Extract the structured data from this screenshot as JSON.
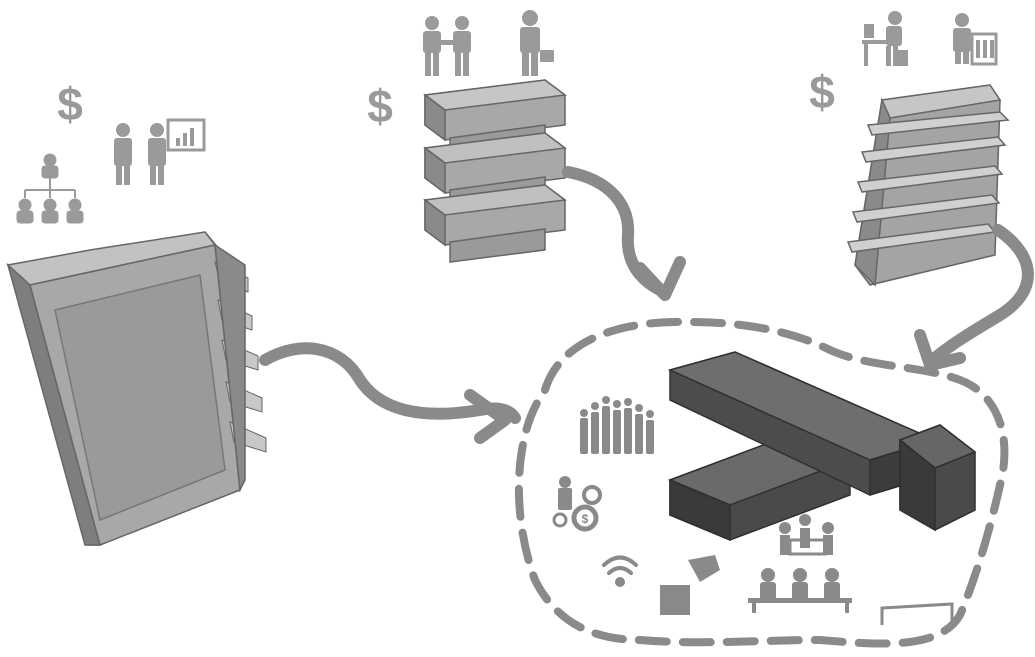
{
  "palette": {
    "arrow": "#8a8a8a",
    "icon": "#9a9a9a",
    "building_light": "#b0b0b0",
    "building_mid": "#9c9c9c",
    "building_dark": "#7e7e7e",
    "block_top": "#5a5a5a",
    "block_side": "#3f3f3f"
  },
  "groups": [
    {
      "id": "left-building",
      "symbol": "$",
      "icons": [
        "org-chart-icon",
        "presentation-icon"
      ]
    },
    {
      "id": "center-building",
      "symbol": "$",
      "icons": [
        "handshake-icon",
        "businessman-briefcase-icon"
      ]
    },
    {
      "id": "right-building",
      "symbol": "$",
      "icons": [
        "desk-worker-icon",
        "filing-icon"
      ]
    }
  ],
  "target": {
    "id": "merged-campus",
    "icons": [
      "celebrating-team-icon",
      "innovation-gears-icon",
      "wifi-icon",
      "puzzle-hand-icon",
      "meeting-table-icon",
      "seated-group-icon",
      "bench-icon"
    ]
  }
}
